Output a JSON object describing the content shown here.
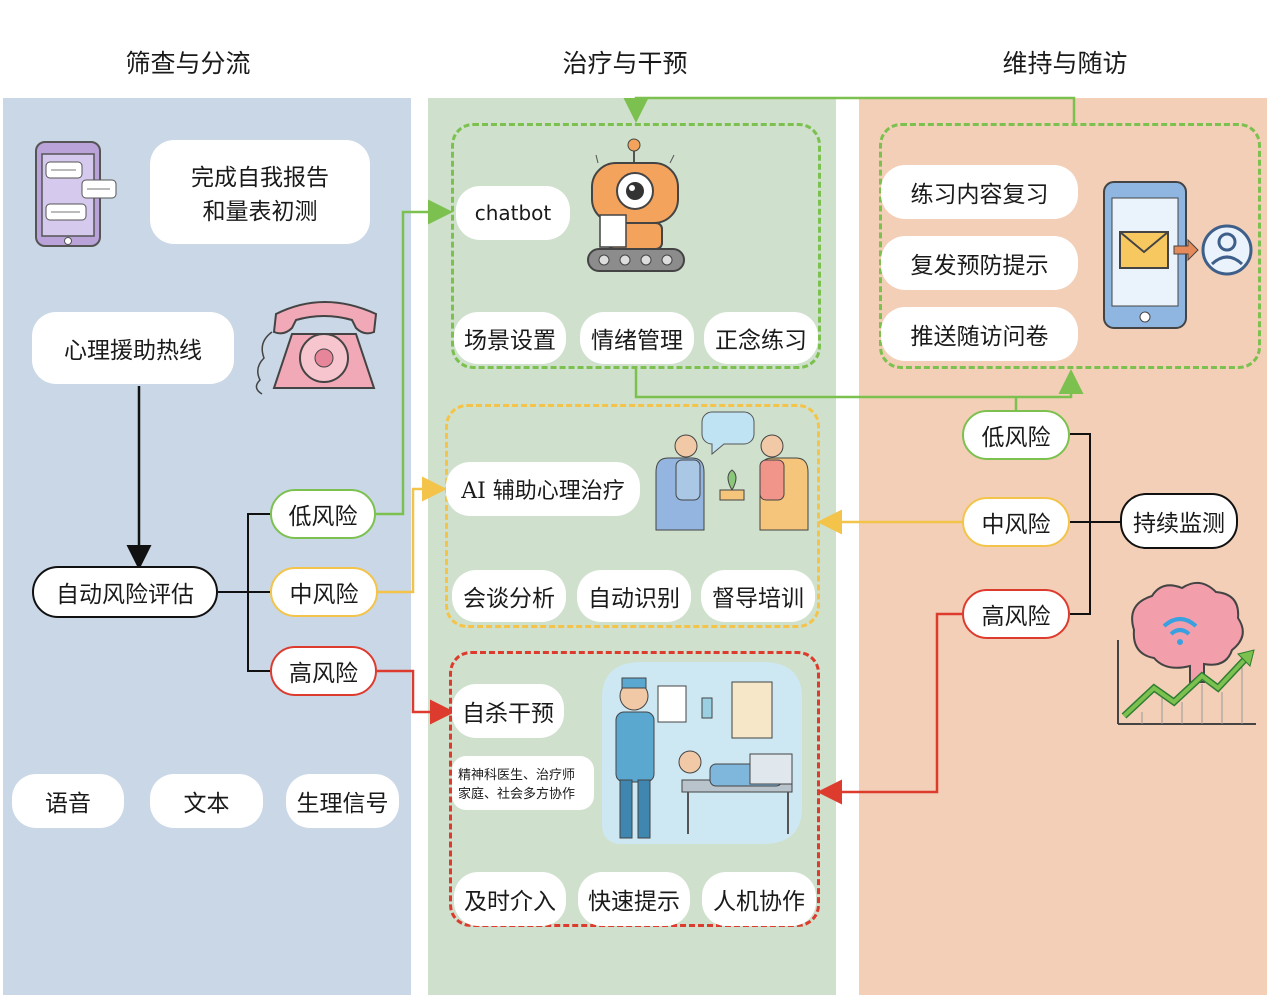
{
  "columns": {
    "screening": "筛查与分流",
    "treatment": "治疗与干预",
    "maintenance": "维持与随访"
  },
  "screening": {
    "self_report_line1": "完成自我报告",
    "self_report_line2": "和量表初测",
    "hotline": "心理援助热线",
    "assessment": "自动风险评估",
    "risks": {
      "low": "低风险",
      "mid": "中风险",
      "high": "高风险"
    },
    "inputs": [
      "语音",
      "文本",
      "生理信号"
    ]
  },
  "treatment": {
    "chatbot": "chatbot",
    "chatbot_tags": [
      "场景设置",
      "情绪管理",
      "正念练习"
    ],
    "ai_therapy": "AI 辅助心理治疗",
    "ai_tags": [
      "会谈分析",
      "自动识别",
      "督导培训"
    ],
    "suicide": "自杀干预",
    "collab_line1": "精神科医生、治疗师",
    "collab_line2": "家庭、社会多方协作",
    "suicide_tags": [
      "及时介入",
      "快速提示",
      "人机协作"
    ]
  },
  "maintenance": {
    "items": [
      "练习内容复习",
      "复发预防提示",
      "推送随访问卷"
    ],
    "monitor": "持续监测",
    "risks": {
      "low": "低风险",
      "mid": "中风险",
      "high": "高风险"
    }
  },
  "colors": {
    "panel_left": "#c9d7e6",
    "panel_mid": "#cfe1cd",
    "panel_right": "#f2cfb6",
    "green": "#7cc14f",
    "yellow": "#f4c44a",
    "red": "#dd3b2e"
  }
}
